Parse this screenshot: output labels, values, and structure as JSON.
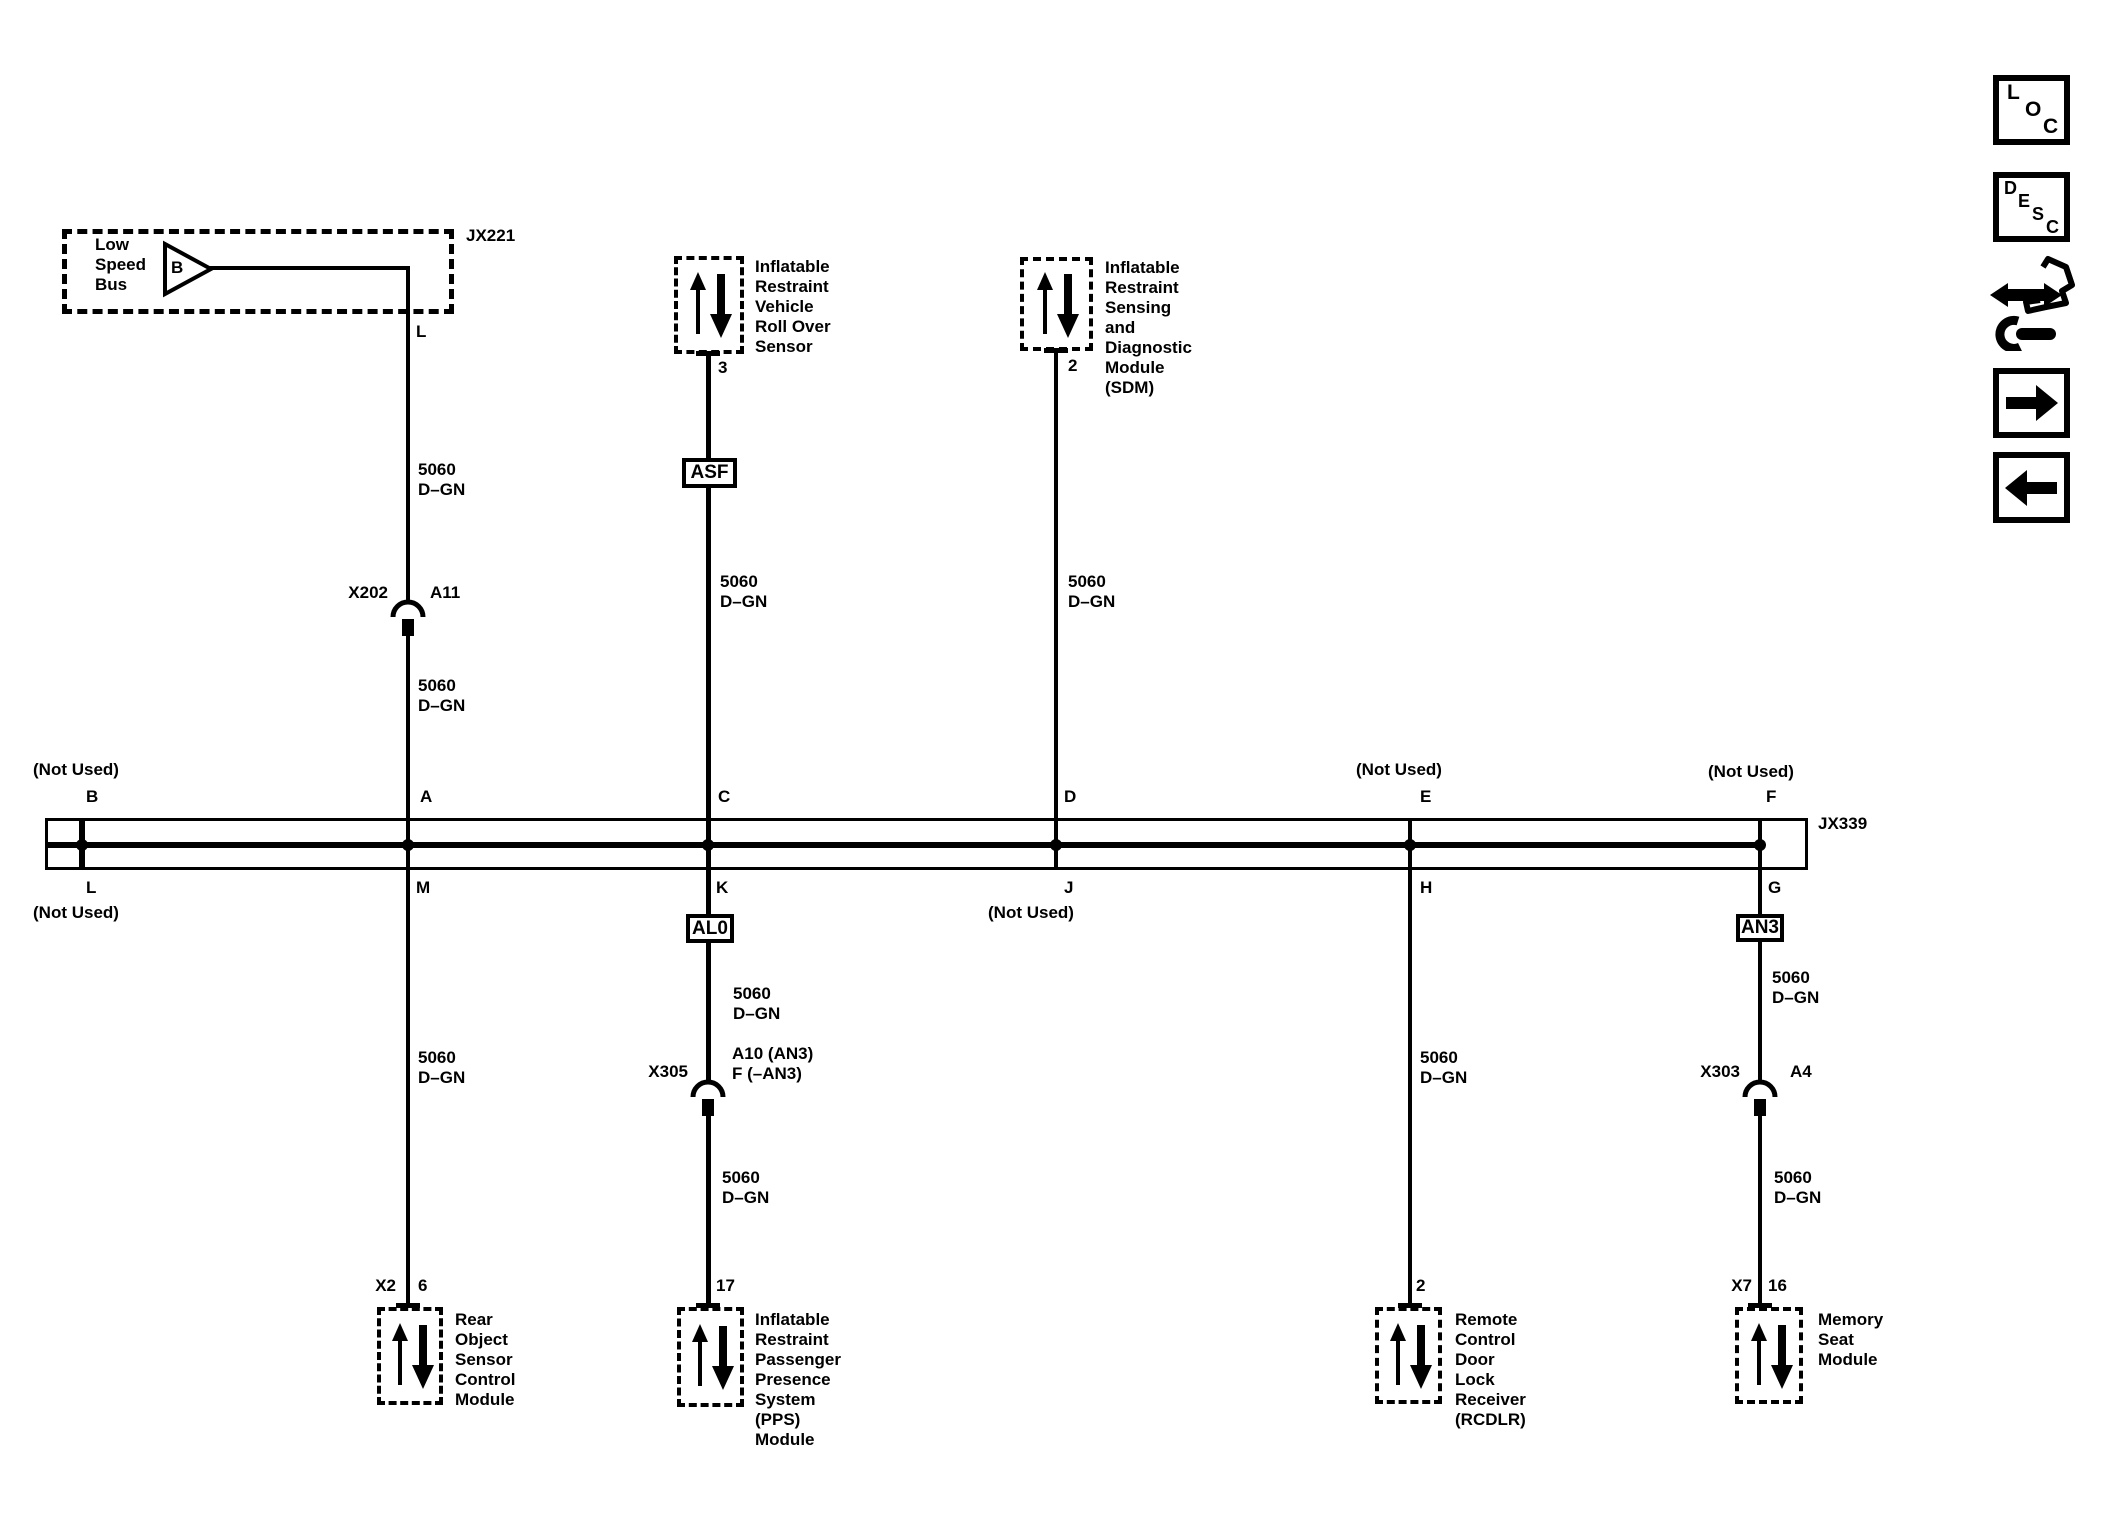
{
  "jx221": {
    "label": "JX221",
    "bus_name_lines": [
      "Low",
      "Speed",
      "Bus"
    ],
    "gate": "B",
    "terminal": "L"
  },
  "jx339": {
    "label": "JX339",
    "not_used": "(Not Used)",
    "terminals": {
      "top": [
        "B",
        "A",
        "C",
        "D",
        "E",
        "F"
      ],
      "bottom": [
        "L",
        "M",
        "K",
        "J",
        "H",
        "G"
      ]
    }
  },
  "wire": {
    "circuit": "5060",
    "color": "D–GN"
  },
  "splices": {
    "asf": "ASF",
    "al0": "AL0",
    "an3": "AN3"
  },
  "connectors": {
    "x202": {
      "name": "X202",
      "cavity": "A11"
    },
    "x305": {
      "name": "X305",
      "cavity_line1": "A10 (AN3)",
      "cavity_line2": "F (–AN3)"
    },
    "x303": {
      "name": "X303",
      "cavity": "A4"
    }
  },
  "modules": {
    "rollover_sensor": {
      "pin": "3",
      "name_lines": [
        "Inflatable",
        "Restraint",
        "Vehicle",
        "Roll Over",
        "Sensor"
      ]
    },
    "sdm": {
      "pin": "2",
      "name_lines": [
        "Inflatable",
        "Restraint",
        "Sensing",
        "and",
        "Diagnostic",
        "Module",
        "(SDM)"
      ]
    },
    "rear_object_sensor": {
      "connector": "X2",
      "pin": "6",
      "name_lines": [
        "Rear",
        "Object",
        "Sensor",
        "Control",
        "Module"
      ]
    },
    "pps": {
      "pin": "17",
      "name_lines": [
        "Inflatable",
        "Restraint",
        "Passenger",
        "Presence",
        "System",
        "(PPS)",
        "Module"
      ]
    },
    "rcdlr": {
      "pin": "2",
      "name_lines": [
        "Remote",
        "Control",
        "Door",
        "Lock",
        "Receiver",
        "(RCDLR)"
      ]
    },
    "memory_seat": {
      "connector": "X7",
      "pin": "16",
      "name_lines": [
        "Memory",
        "Seat",
        "Module"
      ]
    }
  },
  "nav": {
    "loc": [
      "L",
      "O",
      "C"
    ],
    "desc": [
      "D",
      "E",
      "S",
      "C"
    ]
  }
}
